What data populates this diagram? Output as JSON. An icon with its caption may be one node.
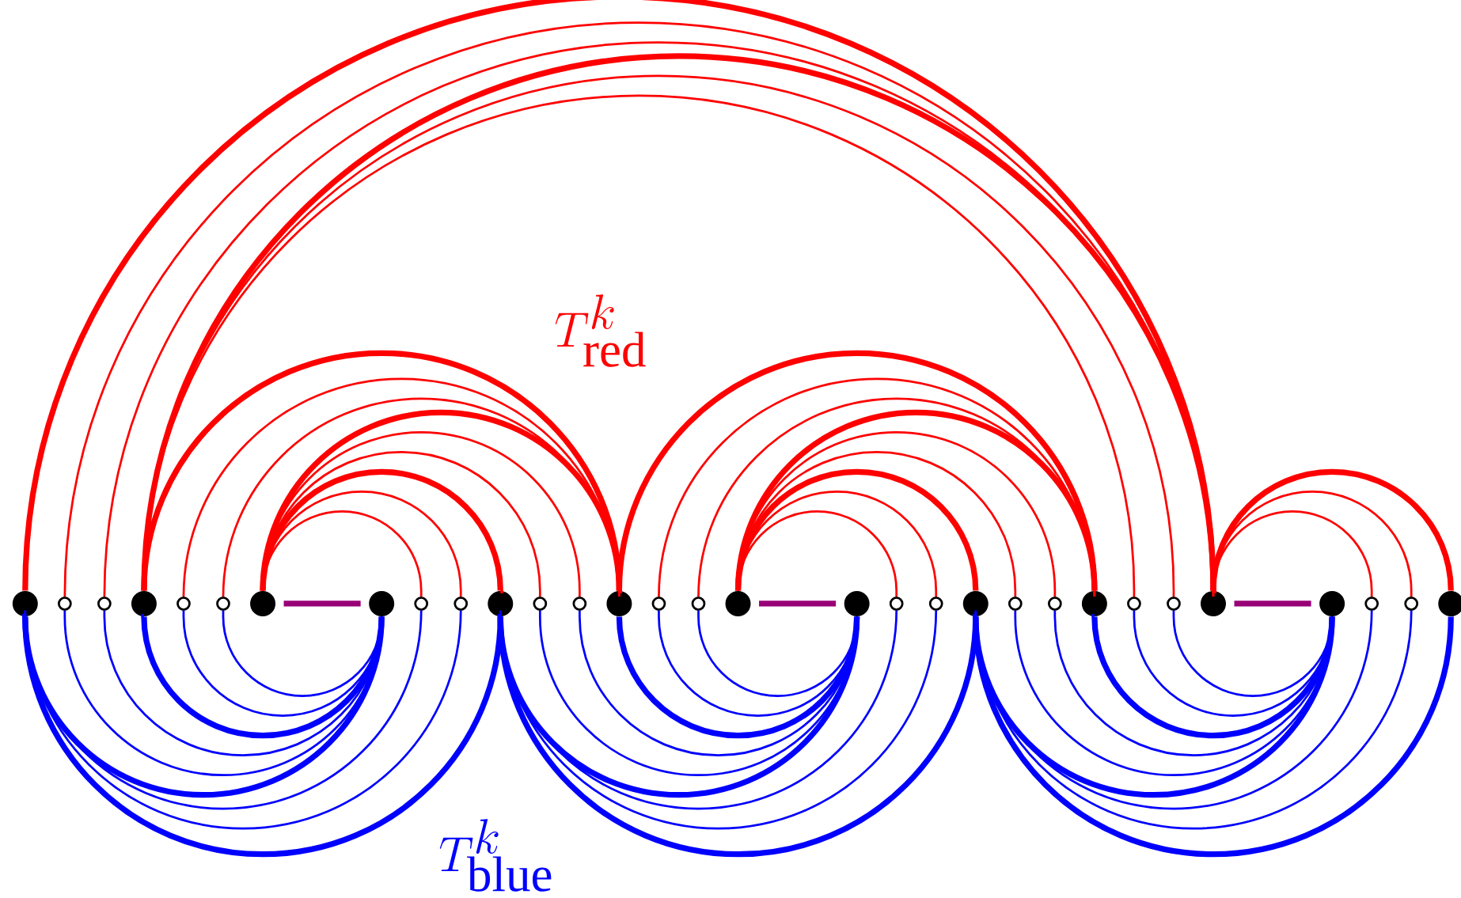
{
  "diagram": {
    "nodes": [
      {
        "text": [],
        "shape": "circle"
      },
      {
        "text": [],
        "shape": "circle"
      },
      {
        "text": [],
        "shape": "circle"
      },
      {
        "text": [],
        "shape": "circle"
      },
      {
        "text": [],
        "shape": "circle"
      },
      {
        "text": [],
        "shape": "circle"
      },
      {
        "text": [],
        "shape": "circle"
      },
      {
        "text": [],
        "shape": "circle"
      },
      {
        "text": [],
        "shape": "circle"
      },
      {
        "text": [],
        "shape": "circle"
      },
      {
        "text": [],
        "shape": "circle"
      },
      {
        "text": [],
        "shape": "circle"
      },
      {
        "text": [],
        "shape": "circle"
      },
      {
        "text": [],
        "shape": "circle"
      },
      {
        "text": [],
        "shape": "circle"
      },
      {
        "text": [],
        "shape": "circle"
      },
      {
        "text": [],
        "shape": "circle"
      },
      {
        "text": [],
        "shape": "circle"
      },
      {
        "text": [],
        "shape": "circle"
      },
      {
        "text": [],
        "shape": "circle"
      },
      {
        "text": [],
        "shape": "circle"
      },
      {
        "text": [],
        "shape": "circle"
      },
      {
        "text": [],
        "shape": "circle"
      },
      {
        "text": [],
        "shape": "circle"
      },
      {
        "text": [],
        "shape": "circle"
      },
      {
        "text": [],
        "shape": "circle"
      },
      {
        "text": [],
        "shape": "circle"
      },
      {
        "text": [],
        "shape": "circle"
      },
      {
        "text": [],
        "shape": "circle"
      },
      {
        "text": [],
        "shape": "circle"
      },
      {
        "text": [],
        "shape": "circle"
      }
    ],
    "edges": [
      {
        "from": 0,
        "to": 26,
        "arrow": "none",
        "style": "thick",
        "color": "#ff0000"
      },
      {
        "from": 1,
        "to": 26,
        "arrow": "none",
        "color": "#ff0000"
      },
      {
        "from": 2,
        "to": 26,
        "arrow": "none",
        "color": "#ff0000"
      },
      {
        "from": 3,
        "to": 26,
        "arrow": "none",
        "style": "thick",
        "color": "#ff0000"
      },
      {
        "from": 3,
        "to": 25,
        "arrow": "none",
        "color": "#ff0000"
      },
      {
        "from": 3,
        "to": 24,
        "arrow": "none",
        "color": "#ff0000"
      },
      {
        "from": 3,
        "to": 13,
        "arrow": "none",
        "style": "thick",
        "color": "#ff0000"
      },
      {
        "from": 4,
        "to": 13,
        "arrow": "none",
        "color": "#ff0000"
      },
      {
        "from": 5,
        "to": 13,
        "arrow": "none",
        "color": "#ff0000"
      },
      {
        "from": 6,
        "to": 8,
        "arrow": "none",
        "color": "#ff0000"
      },
      {
        "from": 6,
        "to": 9,
        "arrow": "none",
        "color": "#ff0000"
      },
      {
        "from": 6,
        "to": 10,
        "arrow": "none",
        "style": "thick",
        "color": "#ff0000"
      },
      {
        "from": 6,
        "to": 11,
        "arrow": "none",
        "color": "#ff0000"
      },
      {
        "from": 6,
        "to": 12,
        "arrow": "none",
        "color": "#ff0000"
      },
      {
        "from": 6,
        "to": 13,
        "arrow": "none",
        "style": "thick",
        "color": "#ff0000"
      },
      {
        "from": 13,
        "to": 23,
        "arrow": "none",
        "style": "thick",
        "color": "#ff0000"
      },
      {
        "from": 14,
        "to": 23,
        "arrow": "none",
        "color": "#ff0000"
      },
      {
        "from": 15,
        "to": 23,
        "arrow": "none",
        "color": "#ff0000"
      },
      {
        "from": 16,
        "to": 18,
        "arrow": "none",
        "color": "#ff0000"
      },
      {
        "from": 16,
        "to": 19,
        "arrow": "none",
        "color": "#ff0000"
      },
      {
        "from": 16,
        "to": 20,
        "arrow": "none",
        "style": "thick",
        "color": "#ff0000"
      },
      {
        "from": 16,
        "to": 21,
        "arrow": "none",
        "color": "#ff0000"
      },
      {
        "from": 16,
        "to": 22,
        "arrow": "none",
        "color": "#ff0000"
      },
      {
        "from": 16,
        "to": 23,
        "arrow": "none",
        "style": "thick",
        "color": "#ff0000"
      },
      {
        "from": 26,
        "to": 28,
        "arrow": "none",
        "color": "#ff0000"
      },
      {
        "from": 26,
        "to": 29,
        "arrow": "none",
        "color": "#ff0000"
      },
      {
        "from": 26,
        "to": 30,
        "arrow": "none",
        "style": "thick",
        "color": "#ff0000"
      },
      {
        "from": 7,
        "to": 5,
        "arrow": "none",
        "color": "#0000ff"
      },
      {
        "from": 7,
        "to": 4,
        "arrow": "none",
        "color": "#0000ff"
      },
      {
        "from": 7,
        "to": 3,
        "arrow": "none",
        "style": "thick",
        "color": "#0000ff"
      },
      {
        "from": 7,
        "to": 2,
        "arrow": "none",
        "color": "#0000ff"
      },
      {
        "from": 7,
        "to": 1,
        "arrow": "none",
        "color": "#0000ff"
      },
      {
        "from": 7,
        "to": 0,
        "arrow": "none",
        "style": "thick",
        "color": "#0000ff"
      },
      {
        "from": 10,
        "to": 0,
        "arrow": "none",
        "style": "thick",
        "color": "#0000ff"
      },
      {
        "from": 9,
        "to": 0,
        "arrow": "none",
        "color": "#0000ff"
      },
      {
        "from": 8,
        "to": 0,
        "arrow": "none",
        "color": "#0000ff"
      },
      {
        "from": 17,
        "to": 15,
        "arrow": "none",
        "color": "#0000ff"
      },
      {
        "from": 17,
        "to": 14,
        "arrow": "none",
        "color": "#0000ff"
      },
      {
        "from": 17,
        "to": 13,
        "arrow": "none",
        "style": "thick",
        "color": "#0000ff"
      },
      {
        "from": 17,
        "to": 12,
        "arrow": "none",
        "color": "#0000ff"
      },
      {
        "from": 17,
        "to": 11,
        "arrow": "none",
        "color": "#0000ff"
      },
      {
        "from": 17,
        "to": 10,
        "arrow": "none",
        "style": "thick",
        "color": "#0000ff"
      },
      {
        "from": 20,
        "to": 10,
        "arrow": "none",
        "style": "thick",
        "color": "#0000ff"
      },
      {
        "from": 19,
        "to": 10,
        "arrow": "none",
        "color": "#0000ff"
      },
      {
        "from": 18,
        "to": 10,
        "arrow": "none",
        "color": "#0000ff"
      },
      {
        "from": 27,
        "to": 25,
        "arrow": "none",
        "color": "#0000ff"
      },
      {
        "from": 27,
        "to": 24,
        "arrow": "none",
        "color": "#0000ff"
      },
      {
        "from": 27,
        "to": 23,
        "arrow": "none",
        "style": "thick",
        "color": "#0000ff"
      },
      {
        "from": 27,
        "to": 22,
        "arrow": "none",
        "color": "#0000ff"
      },
      {
        "from": 27,
        "to": 21,
        "arrow": "none",
        "color": "#0000ff"
      },
      {
        "from": 27,
        "to": 20,
        "arrow": "none",
        "style": "thick",
        "color": "#0000ff"
      },
      {
        "from": 30,
        "to": 20,
        "arrow": "none",
        "style": "thick",
        "color": "#0000ff"
      },
      {
        "from": 29,
        "to": 20,
        "arrow": "none",
        "color": "#0000ff"
      },
      {
        "from": 28,
        "to": 20,
        "arrow": "none",
        "color": "#0000ff"
      },
      {
        "from": 6,
        "to": 7,
        "arrow": "none",
        "style": "thick",
        "color": "#990077"
      },
      {
        "from": 16,
        "to": 17,
        "arrow": "none",
        "style": "thick",
        "color": "#990077"
      },
      {
        "from": 26,
        "to": 27,
        "arrow": "none",
        "style": "thick",
        "color": "#990077"
      }
    ],
    "labels": [
      "T^{k}_{\\mathrm{red}}",
      "T^{k}_{\\mathrm{blue}}"
    ]
  }
}
